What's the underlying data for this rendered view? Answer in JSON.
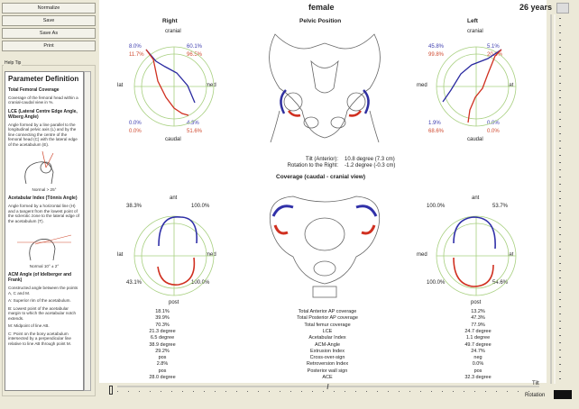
{
  "buttons": {
    "normalize": "Normalize",
    "save": "Save",
    "save_as": "Save As",
    "print": "Print"
  },
  "help": {
    "group_label": "Help Tip",
    "title": "Parameter Definition",
    "sections": [
      {
        "heading": "Total Femoral Coverage",
        "text": "Coverage of the femoral head within a cranial-caudal view in %."
      },
      {
        "heading": "LCE (Lateral Centre Edge Angle, Wiberg Angle)",
        "text": "Angle formed by a line parallel to the longitudinal pelvic axis (L) and by the line connecting the centre of the femoral head (C) with the lateral edge of the acetabulum (E).",
        "normal": "Normal > 25°"
      },
      {
        "heading": "Acetabular Index (Tönnis Angle)",
        "text": "Angle formed by a horizontal line (H) and a tangent from the lowest point of the sclerotic zone to the lateral edge of the acetabulum (T).",
        "normal": "Normal 10° ± 2°"
      },
      {
        "heading": "ACM Angle (of Idelberger and Frank)",
        "text": "Constructed angle between the points A, C and M."
      }
    ],
    "acm_points": [
      "A: Superior rim of the acetabulum.",
      "B: Lowest point of the acetabular margin to which the acetabular notch extends.",
      "M: Midpoint of line AB.",
      "C: Point on the bony acetabulum intersected by a perpendicular line relative to line AB through point M."
    ]
  },
  "header": {
    "gender": "female",
    "age": "26 years"
  },
  "top": {
    "right_title": "Right",
    "left_title": "Left",
    "pelvic_title": "Pelvic Position",
    "right": {
      "top": "cranial",
      "bottom": "caudal",
      "left": "lat",
      "right": "med",
      "tl_blue": "8.0%",
      "tl_red": "11.7%",
      "tr_blue": "60.1%",
      "tr_red": "96.5%",
      "bl_blue": "0.0%",
      "bl_red": "0.0%",
      "br_blue": "4.3%",
      "br_red": "51.6%"
    },
    "left": {
      "top": "cranial",
      "bottom": "caudal",
      "left": "med",
      "right": "lat",
      "tl_blue": "45.8%",
      "tl_red": "99.8%",
      "tr_blue": "5.1%",
      "tr_red": "20.5%",
      "bl_blue": "1.9%",
      "bl_red": "68.6%",
      "br_blue": "0.0%",
      "br_red": "0.0%"
    },
    "tilt_label": "Tilt (Anterior):",
    "tilt_value": "10.8 degree (7.3 cm)",
    "rotation_label": "Rotation to the Right:",
    "rotation_value": "-1.2 degree (-0.3 cm)"
  },
  "bottom": {
    "coverage_title": "Coverage (caudal - cranial view)",
    "right": {
      "top": "ant",
      "bottom": "post",
      "left": "lat",
      "right": "med",
      "tl": "38.3%",
      "tr": "100.0%",
      "bl": "43.1%",
      "br": "100.0%"
    },
    "left": {
      "top": "ant",
      "bottom": "post",
      "left": "med",
      "right": "lat",
      "tl": "100.0%",
      "tr": "53.7%",
      "bl": "100.0%",
      "br": "54.6%"
    }
  },
  "stats": [
    [
      "18.1%",
      "Total Anterior AP coverage",
      "13.2%"
    ],
    [
      "39.9%",
      "Total Posterior AP coverage",
      "47.3%"
    ],
    [
      "70.3%",
      "Total femur coverage",
      "77.9%"
    ],
    [
      "21.3 degree",
      "LCE",
      "24.7 degree"
    ],
    [
      "6.5 degree",
      "Acetabular Index",
      "1.1 degree"
    ],
    [
      "38.9 degree",
      "ACM-Angle",
      "49.7 degree"
    ],
    [
      "29.2%",
      "Extrusion Index",
      "24.7%"
    ],
    [
      "pos",
      "Cross-over-sign",
      "neg"
    ],
    [
      "2.8%",
      "Retroversion Index",
      "0.0%"
    ],
    [
      "pos",
      "Posterior wall sign",
      "pos"
    ],
    [
      "28.0 degree",
      "ACE",
      "32.3 degree"
    ]
  ],
  "sliders": {
    "tilt_label": "Tilt",
    "rotation_label": "Rotation",
    "rotation_value": 0.5,
    "tilt_value": 0.5
  }
}
